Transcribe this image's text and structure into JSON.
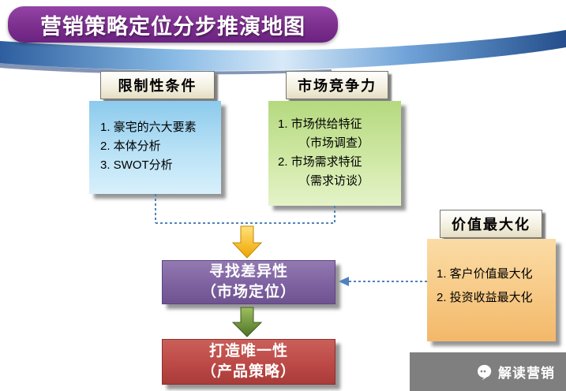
{
  "title": "营销策略定位分步推演地图",
  "boxes": {
    "constraints": {
      "header": "限制性条件",
      "items": [
        "1. 豪宅的六大要素",
        "2. 本体分析",
        "3. SWOT分析"
      ]
    },
    "competitiveness": {
      "header": "市场竞争力",
      "lines": [
        "1. 市场供给特征",
        "（市场调查）",
        "2. 市场需求特征",
        "（需求访谈）"
      ]
    },
    "value_max": {
      "header": "价值最大化",
      "items": [
        "1. 客户价值最大化",
        "2. 投资收益最大化"
      ]
    },
    "differentiation": {
      "title": "寻找差异性",
      "subtitle": "（市场定位）"
    },
    "uniqueness": {
      "title": "打造唯一性",
      "subtitle": "（产品策略）"
    }
  },
  "footer": {
    "brand": "解读营销"
  },
  "colors": {
    "banner_purple": "#7D2F8E",
    "swoosh_blue": "#3A6BB0",
    "constraints_fill": "#A9D7F2",
    "competitiveness_fill": "#C6E0A5",
    "value_fill": "#F7C985",
    "differentiation_fill": "#8064A2",
    "uniqueness_fill": "#BE4B48",
    "connector_blue": "#4F81BD",
    "arrow_yellow": "#FFC000",
    "arrow_green": "#6B8F3C",
    "footer_gray": "#7F7F7F"
  }
}
